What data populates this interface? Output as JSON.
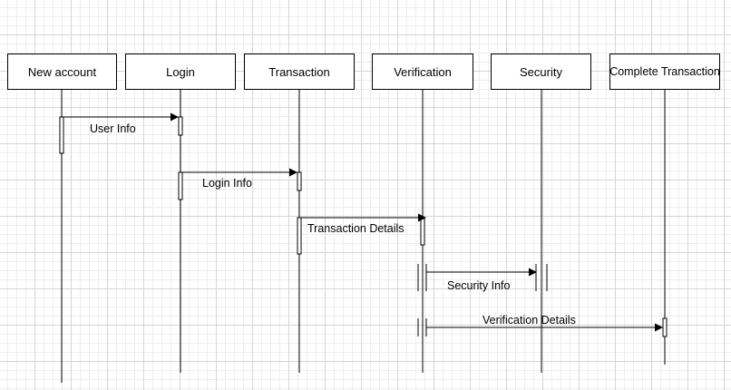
{
  "diagram": {
    "actors": [
      {
        "id": "new-account",
        "label": "New account"
      },
      {
        "id": "login",
        "label": "Login"
      },
      {
        "id": "transaction",
        "label": "Transaction"
      },
      {
        "id": "verification",
        "label": "Verification"
      },
      {
        "id": "security",
        "label": "Security"
      },
      {
        "id": "complete-transaction",
        "label": "Complete Transaction"
      }
    ],
    "messages": [
      {
        "from": "New account",
        "to": "Login",
        "label": "User Info"
      },
      {
        "from": "Login",
        "to": "Transaction",
        "label": "Login Info"
      },
      {
        "from": "Transaction",
        "to": "Verification",
        "label": "Transaction Details"
      },
      {
        "from": "Verification",
        "to": "Security",
        "label": "Security Info"
      },
      {
        "from": "Verification",
        "to": "Complete Transaction",
        "label": "Verification Details"
      }
    ],
    "colors": {
      "line": "#000000",
      "grid": "#d6d6d6",
      "background": "#ffffff"
    }
  }
}
